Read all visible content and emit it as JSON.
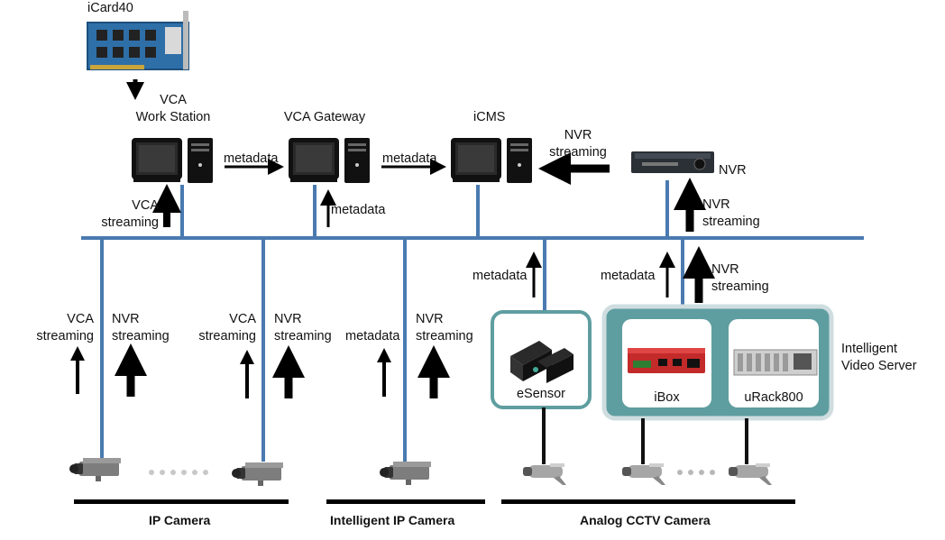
{
  "devices": {
    "icard": "iCard40",
    "vca_workstation": [
      "VCA",
      "Work Station"
    ],
    "vca_gateway": "VCA Gateway",
    "icms": "iCMS",
    "nvr": "NVR",
    "esensor": "eSensor",
    "ibox": "iBox",
    "urack": "uRack800",
    "intelligent_video_server": [
      "Intelligent",
      "Video Server"
    ]
  },
  "flows": {
    "ws_to_gateway": "metadata",
    "gateway_to_icms": "metadata",
    "nvr_to_icms": [
      "NVR",
      "streaming"
    ],
    "ws_streaming": [
      "VCA",
      "streaming"
    ],
    "gateway_metadata": "metadata",
    "nvr_up": [
      "NVR",
      "streaming"
    ],
    "ipcam1_vca": [
      "VCA",
      "streaming"
    ],
    "ipcam1_nvr": [
      "NVR",
      "streaming"
    ],
    "ipcam2_vca": [
      "VCA",
      "streaming"
    ],
    "ipcam2_nvr": [
      "NVR",
      "streaming"
    ],
    "iipcam_metadata": "metadata",
    "iipcam_nvr": [
      "NVR",
      "streaming"
    ],
    "esensor_metadata": "metadata",
    "ivs_metadata": "metadata",
    "ivs_nvr": [
      "NVR",
      "streaming"
    ]
  },
  "groups": {
    "ip_camera": "IP Camera",
    "intelligent_ip_camera": "Intelligent IP Camera",
    "analog_cctv_camera": "Analog CCTV Camera"
  },
  "colors": {
    "network_line": "#4a7ab0",
    "box_border": "#9fbfc4",
    "box_fill": "#5f9ea0",
    "arrow": "#000000"
  }
}
